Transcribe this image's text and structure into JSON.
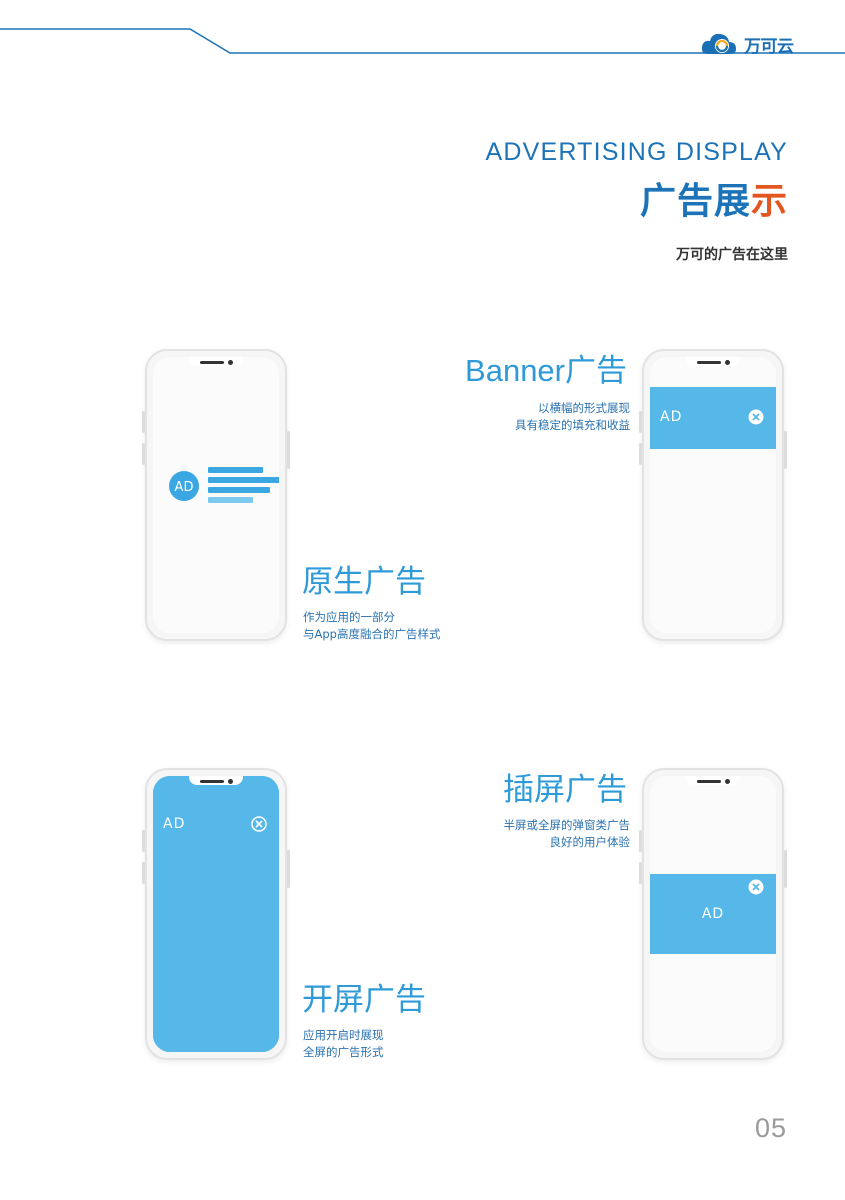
{
  "brand": {
    "name": "万可云",
    "accent": "#1c73b8",
    "highlight": "#e45620",
    "ad_blue": "#55b8e8"
  },
  "header": {
    "title_en": "ADVERTISING DISPLAY",
    "title_cn_main": "广告展",
    "title_cn_accent": "示",
    "subtitle": "万可的广告在这里"
  },
  "sections": {
    "native": {
      "title": "原生广告",
      "desc1": "作为应用的一部分",
      "desc2": "与App高度融合的广告样式",
      "ad_label": "AD"
    },
    "banner": {
      "title": "Banner广告",
      "desc1": "以横幅的形式展现",
      "desc2": "具有稳定的填充和收益",
      "ad_label": "AD"
    },
    "splash": {
      "title": "开屏广告",
      "desc1": "应用开启时展现",
      "desc2": "全屏的广告形式",
      "ad_label": "AD"
    },
    "interstitial": {
      "title": "插屏广告",
      "desc1": "半屏或全屏的弹窗类广告",
      "desc2": "良好的用户体验",
      "ad_label": "AD"
    }
  },
  "footer": {
    "page_number": "05"
  }
}
